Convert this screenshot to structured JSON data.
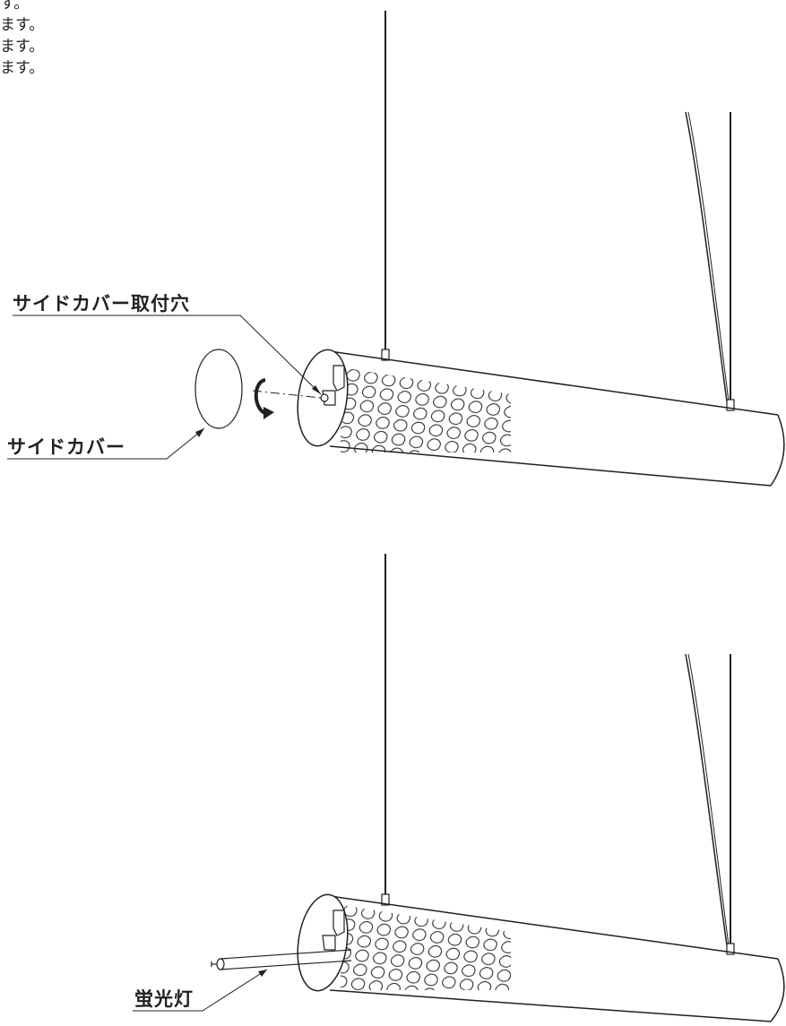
{
  "intro_lines": [
    "す。",
    "ます。",
    "ます。",
    "ます。"
  ],
  "labels": {
    "side_cover_hole": "サイドカバー取付穴",
    "side_cover": "サイドカバー",
    "fluorescent_lamp": "蛍光灯"
  }
}
